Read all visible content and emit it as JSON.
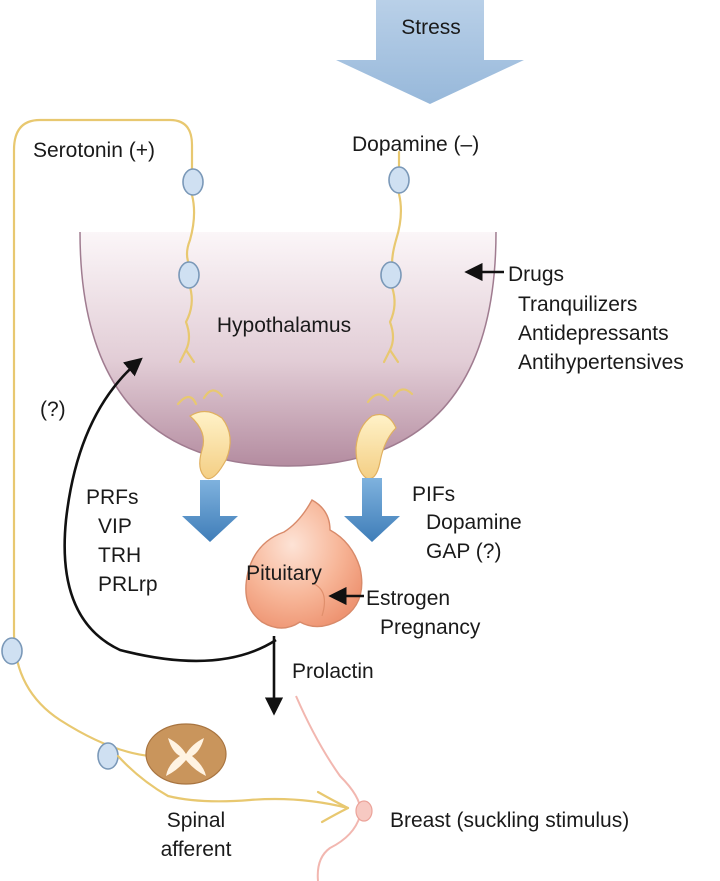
{
  "labels": {
    "stress": "Stress",
    "serotonin": "Serotonin (+)",
    "dopamine_top": "Dopamine (–)",
    "hypothalamus": "Hypothalamus",
    "drugs": "Drugs",
    "tranquilizers": "Tranquilizers",
    "antidepressants": "Antidepressants",
    "antihypertensives": "Antihypertensives",
    "question": "(?)",
    "prfs": "PRFs",
    "vip": "VIP",
    "trh": "TRH",
    "prlrp": "PRLrp",
    "pifs": "PIFs",
    "pif_dopamine": "Dopamine",
    "gap": "GAP (?)",
    "pituitary": "Pituitary",
    "estrogen": "Estrogen",
    "pregnancy": "Pregnancy",
    "prolactin": "Prolactin",
    "spinal_line1": "Spinal",
    "spinal_line2": "afferent",
    "breast": "Breast (suckling stimulus)"
  },
  "colors": {
    "stress_arrow": "#a9c4e0",
    "hypothalamus_top": "#f6eef2",
    "hypothalamus_bottom": "#b48ca0",
    "nerve": "#e8c870",
    "node": "#cfe0f2",
    "release_arrow": "#4a86bf",
    "pituitary": "#f6a98a",
    "spinal_cord": "#c9955c",
    "breast": "#f2b7b0"
  }
}
